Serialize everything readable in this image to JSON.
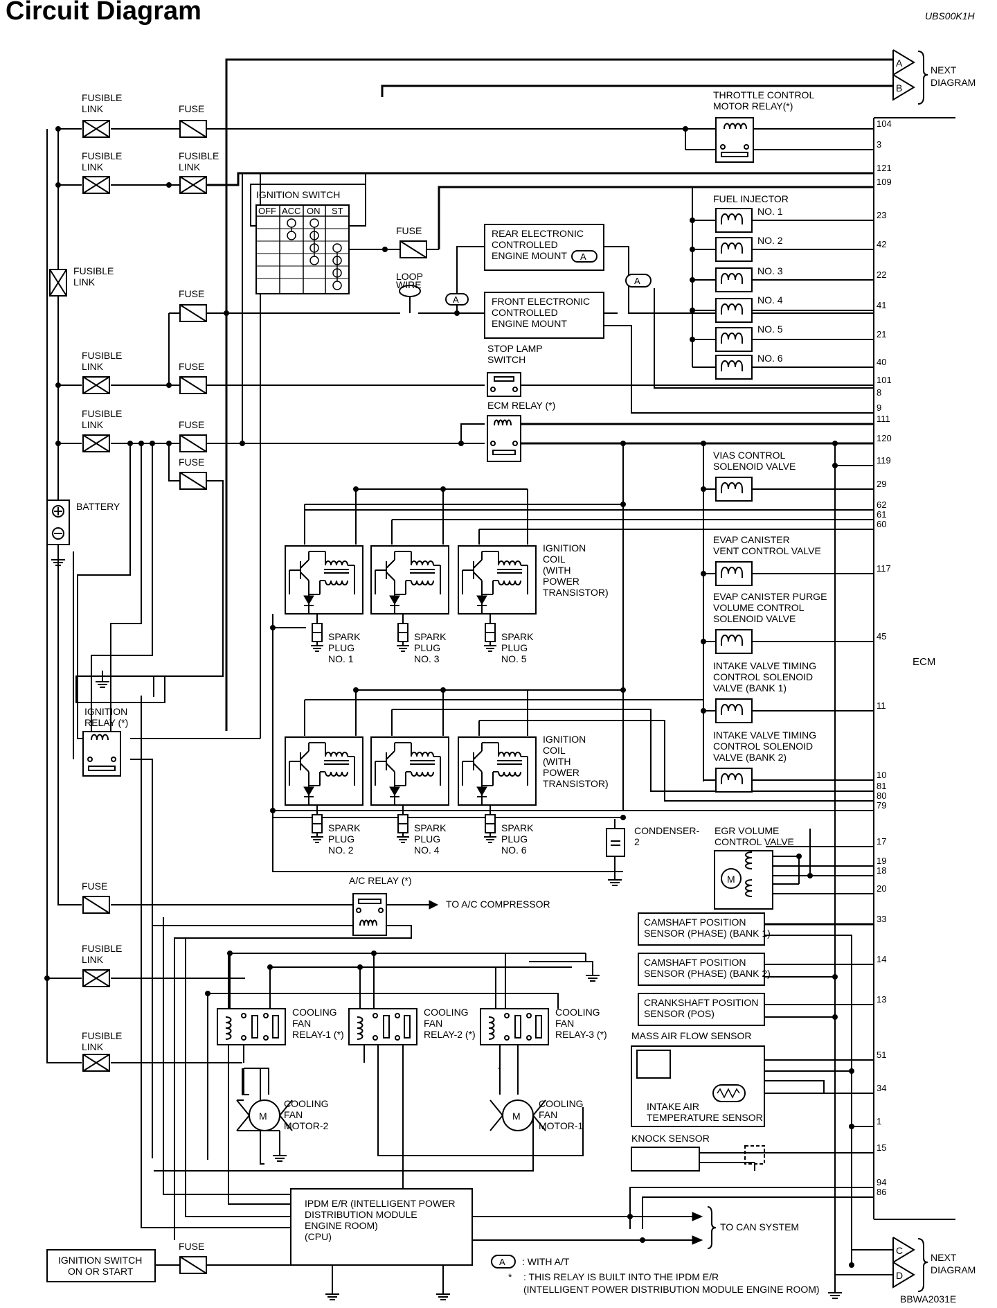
{
  "title": "Circuit Diagram",
  "doc_code": "UBS00K1H",
  "figure_code": "BBWA2031E",
  "next_diagram_top": {
    "connectors": [
      "A",
      "B"
    ],
    "label_lines": [
      "NEXT",
      "DIAGRAM"
    ]
  },
  "next_diagram_bottom": {
    "connectors": [
      "C",
      "D"
    ],
    "label_lines": [
      "NEXT",
      "DIAGRAM"
    ]
  },
  "ecm_label": "ECM",
  "power_components": {
    "fusible_link_lines": [
      "FUSIBLE",
      "LINK"
    ],
    "fuse_label": "FUSE",
    "battery_label": "BATTERY",
    "ignition_switch_title": "IGNITION SWITCH",
    "ignition_switch_columns": [
      "OFF",
      "ACC",
      "ON",
      "ST"
    ],
    "loop_wire_lines": [
      "LOOP",
      "WIRE"
    ],
    "ignition_relay_lines": [
      "IGNITION",
      "RELAY (*)"
    ],
    "ign_switch_on_start_lines": [
      "IGNITION SWITCH",
      "ON OR START"
    ]
  },
  "components": {
    "throttle_relay_lines": [
      "THROTTLE CONTROL",
      "MOTOR RELAY(*)"
    ],
    "fuel_injector_title": "FUEL INJECTOR",
    "fuel_injector_numbers": [
      "NO. 1",
      "NO. 2",
      "NO. 3",
      "NO. 4",
      "NO. 5",
      "NO. 6"
    ],
    "rear_mount_lines": [
      "REAR ELECTRONIC",
      "CONTROLLED",
      "ENGINE MOUNT"
    ],
    "front_mount_lines": [
      "FRONT ELECTRONIC",
      "CONTROLLED",
      "ENGINE MOUNT"
    ],
    "stop_lamp_lines": [
      "STOP LAMP",
      "SWITCH"
    ],
    "ecm_relay_label": "ECM RELAY (*)",
    "vias_lines": [
      "VIAS CONTROL",
      "SOLENOID VALVE"
    ],
    "evap_vent_lines": [
      "EVAP CANISTER",
      "VENT CONTROL VALVE"
    ],
    "evap_purge_lines": [
      "EVAP CANISTER PURGE",
      "VOLUME CONTROL",
      "SOLENOID VALVE"
    ],
    "ivt_bank1_lines": [
      "INTAKE VALVE TIMING",
      "CONTROL SOLENOID",
      "VALVE (BANK 1)"
    ],
    "ivt_bank2_lines": [
      "INTAKE VALVE TIMING",
      "CONTROL SOLENOID",
      "VALVE (BANK 2)"
    ],
    "ignition_coil_lines": [
      "IGNITION",
      "COIL",
      "(WITH",
      "POWER",
      "TRANSISTOR)"
    ],
    "spark_plug_lines": [
      "SPARK",
      "PLUG"
    ],
    "spark_plug_numbers_top": [
      "NO. 1",
      "NO. 3",
      "NO. 5"
    ],
    "spark_plug_numbers_bottom": [
      "NO. 2",
      "NO. 4",
      "NO. 6"
    ],
    "condenser_lines": [
      "CONDENSER-",
      "2"
    ],
    "egr_lines": [
      "EGR VOLUME",
      "CONTROL VALVE"
    ],
    "ac_relay_label": "A/C RELAY (*)",
    "ac_compressor_label": "TO A/C COMPRESSOR",
    "cam_bank1_lines": [
      "CAMSHAFT POSITION",
      "SENSOR (PHASE) (BANK 1)"
    ],
    "cam_bank2_lines": [
      "CAMSHAFT POSITION",
      "SENSOR (PHASE) (BANK 2)"
    ],
    "crank_lines": [
      "CRANKSHAFT POSITION",
      "SENSOR (POS)"
    ],
    "maf_label": "MASS AIR FLOW SENSOR",
    "iat_lines": [
      "INTAKE AIR",
      "TEMPERATURE SENSOR"
    ],
    "knock_label": "KNOCK SENSOR",
    "fan_relay_1_lines": [
      "COOLING",
      "FAN",
      "RELAY-1 (*)"
    ],
    "fan_relay_2_lines": [
      "COOLING",
      "FAN",
      "RELAY-2 (*)"
    ],
    "fan_relay_3_lines": [
      "COOLING",
      "FAN",
      "RELAY-3 (*)"
    ],
    "fan_motor_2_lines": [
      "COOLING",
      "FAN",
      "MOTOR-2"
    ],
    "fan_motor_1_lines": [
      "COOLING",
      "FAN",
      "MOTOR-1"
    ],
    "motor_symbol": "M",
    "ipdm_lines": [
      "IPDM E/R (INTELLIGENT POWER",
      "DISTRIBUTION MODULE",
      "ENGINE ROOM)",
      "(CPU)"
    ],
    "can_label": "TO CAN SYSTEM",
    "connector_a_letter": "A"
  },
  "ecm_pins": [
    "104",
    "3",
    "121",
    "109",
    "23",
    "42",
    "22",
    "41",
    "21",
    "40",
    "101",
    "8",
    "9",
    "111",
    "120",
    "119",
    "29",
    "62",
    "61",
    "60",
    "117",
    "45",
    "11",
    "10",
    "81",
    "80",
    "79",
    "17",
    "19",
    "18",
    "20",
    "33",
    "14",
    "13",
    "51",
    "34",
    "1",
    "15",
    "94",
    "86"
  ],
  "notes": {
    "with_at": ": WITH A/T",
    "star": "*",
    "relay_note_lines": [
      ": THIS RELAY IS BUILT INTO THE IPDM E/R",
      "(INTELLIGENT POWER DISTRIBUTION MODULE ENGINE ROOM)"
    ]
  }
}
